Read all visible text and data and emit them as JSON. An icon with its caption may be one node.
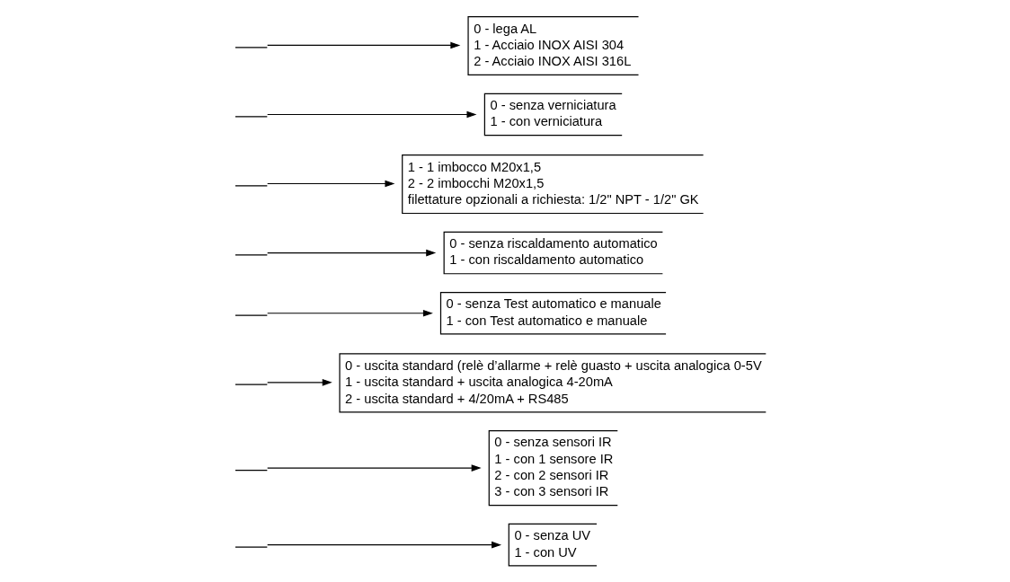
{
  "diagram": {
    "nodes": [
      {
        "text": [],
        "shape": "bar"
      },
      {
        "text": [],
        "shape": "bar"
      },
      {
        "text": [],
        "shape": "bar"
      },
      {
        "text": [],
        "shape": "bar"
      },
      {
        "text": [],
        "shape": "bar"
      },
      {
        "text": [],
        "shape": "bar"
      },
      {
        "text": [],
        "shape": "bar"
      },
      {
        "text": [],
        "shape": "bar"
      },
      {
        "text": [
          "0 - lega AL",
          "1 - Acciaio INOX AISI 304",
          "2 - Acciaio INOX AISI 316L"
        ]
      },
      {
        "text": [
          "0 - senza verniciatura",
          "1 - con verniciatura"
        ]
      },
      {
        "text": [
          "1 - 1 imbocco M20x1,5",
          "2 - 2 imbocchi M20x1,5",
          "filettature opzionali a richiesta: 1/2\" NPT - 1/2\" GK"
        ]
      },
      {
        "text": [
          "0 - senza riscaldamento automatico",
          "1 - con riscaldamento automatico"
        ]
      },
      {
        "text": [
          "0 - senza Test automatico e manuale",
          "1 - con Test automatico e manuale"
        ]
      },
      {
        "text": [
          "0 - uscita standard (relè d’allarme + relè guasto + uscita analogica 0-5V",
          "1 - uscita standard + uscita analogica 4-20mA",
          "2 - uscita standard + 4/20mA + RS485"
        ]
      },
      {
        "text": [
          "0 - senza sensori IR",
          "1 - con 1 sensore IR",
          "2 - con 2 sensori IR",
          "3 - con 3 sensori IR"
        ]
      },
      {
        "text": [
          "0 - senza UV",
          "1 - con UV"
        ]
      }
    ],
    "edges": [
      {
        "from": 7,
        "to": 8,
        "arrow": "to"
      },
      {
        "from": 6,
        "to": 9,
        "arrow": "to"
      },
      {
        "from": 5,
        "to": 10,
        "arrow": "to"
      },
      {
        "from": 4,
        "to": 11,
        "arrow": "to"
      },
      {
        "from": 3,
        "to": 12,
        "arrow": "to"
      },
      {
        "from": 2,
        "to": 13,
        "arrow": "to"
      },
      {
        "from": 1,
        "to": 14,
        "arrow": "to"
      },
      {
        "from": 0,
        "to": 15,
        "arrow": "to"
      }
    ]
  }
}
